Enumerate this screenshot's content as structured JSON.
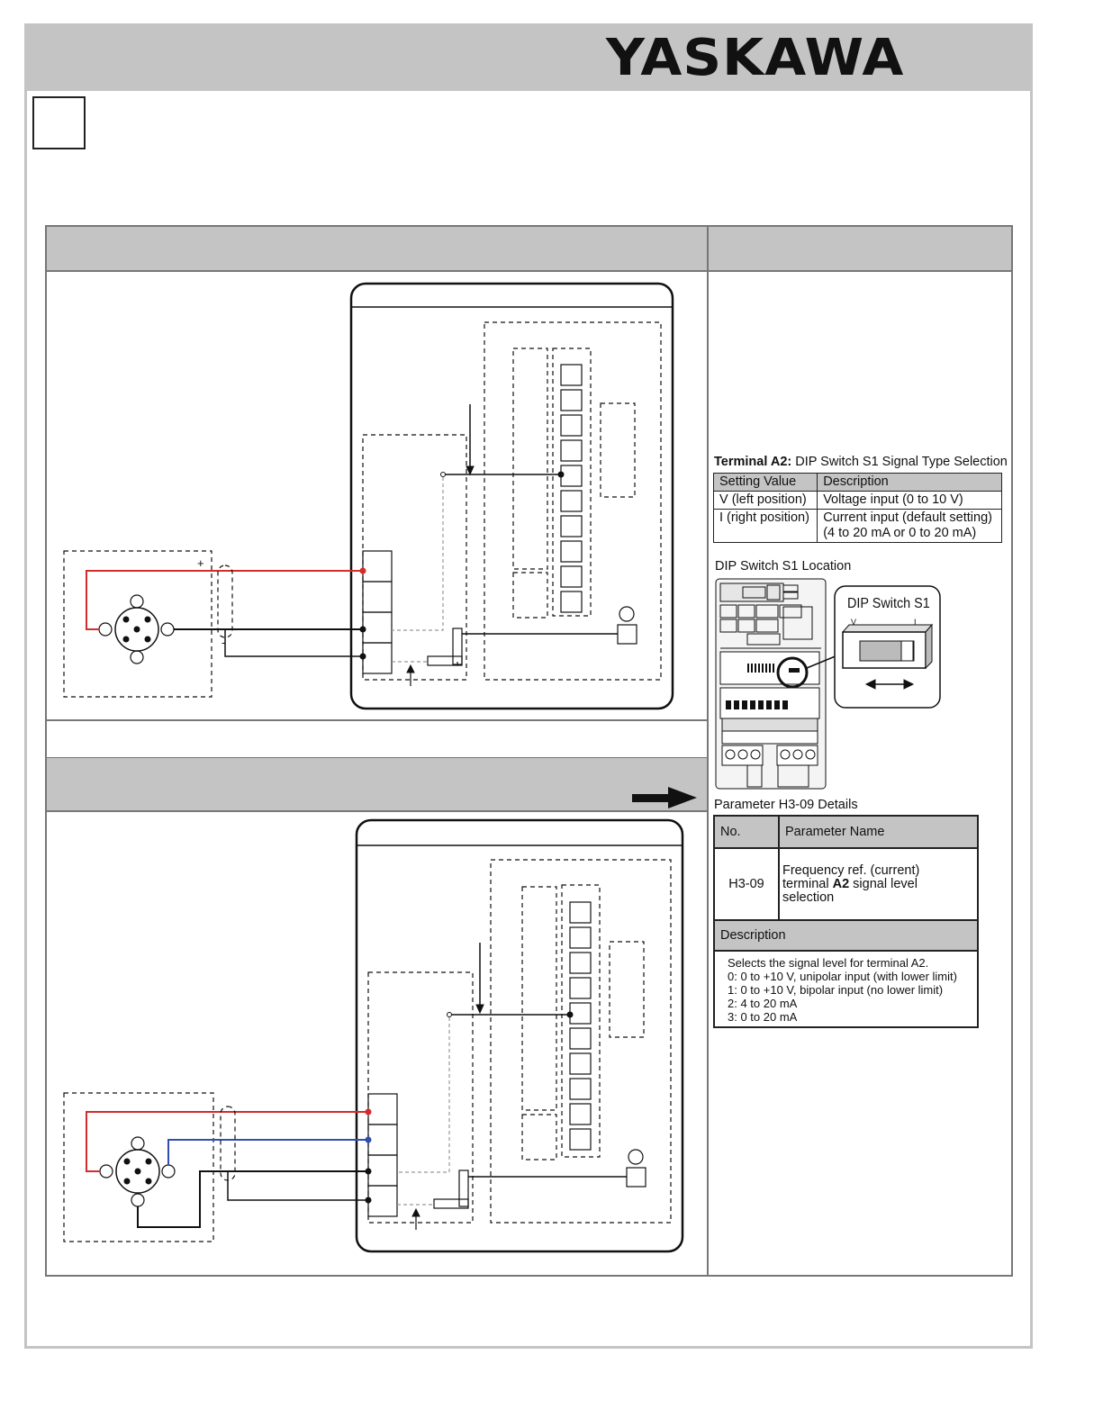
{
  "header": {
    "brand": "YASKAWA",
    "brand_color": "#111111",
    "band_color": "#c4c4c4"
  },
  "dip_switch_table": {
    "title_bold": "Terminal A2:",
    "title_rest": " DIP Switch S1 Signal Type Selection",
    "columns": [
      "Setting Value",
      "Description"
    ],
    "rows": [
      {
        "setting": "V (left position)",
        "description": "Voltage input (0 to 10 V)"
      },
      {
        "setting": "I (right position)",
        "description": "Current input (default setting)",
        "description_line2": "(4 to 20 mA or 0 to 20 mA)"
      }
    ]
  },
  "dip_location": {
    "title": "DIP Switch S1 Location",
    "callout_title": "DIP Switch S1",
    "left_label": "V",
    "right_label": "I"
  },
  "h3_09": {
    "title": "Parameter H3-09 Details",
    "col_no": "No.",
    "col_name": "Parameter Name",
    "no": "H3-09",
    "name_line1": "Frequency ref. (current)",
    "name_pre": "terminal ",
    "name_bold": "A2",
    "name_post": " signal level selection",
    "description_header": "Description",
    "description_lines": [
      "Selects the signal level for terminal A2.",
      "0: 0 to +10 V, unipolar input (with lower limit)",
      "1: 0 to +10 V, bipolar input (no lower limit)",
      "2: 4 to 20 mA",
      "3: 0 to 20 mA"
    ]
  },
  "diagram_1": {
    "plus_label": "+",
    "minus_label": "-"
  },
  "colors": {
    "positive_wire": "#d42b2b",
    "signal_wire": "#2f4fb0",
    "common_wire": "#111111"
  }
}
